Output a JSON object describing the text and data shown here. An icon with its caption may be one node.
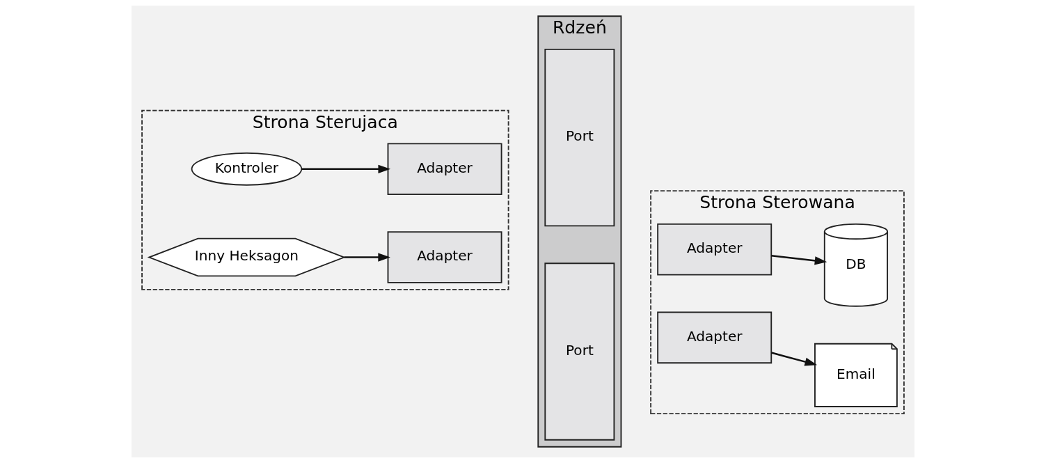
{
  "diagram": {
    "nodes": [
      {
        "text": [
          "Strona Sterujaca"
        ]
      },
      {
        "text": [
          "Kontroler"
        ],
        "in": 0
      },
      {
        "text": [
          "Inny Heksagon"
        ],
        "in": 0
      },
      {
        "text": [
          "Adapter"
        ],
        "in": 0
      },
      {
        "text": [
          "Adapter"
        ],
        "in": 0
      },
      {
        "text": [
          "Rdzeń"
        ]
      },
      {
        "text": [
          "Port"
        ],
        "in": 5
      },
      {
        "text": [
          "Port"
        ],
        "in": 5
      },
      {
        "text": [
          "Strona Sterowana"
        ]
      },
      {
        "text": [
          "Adapter"
        ],
        "in": 8
      },
      {
        "text": [
          "Adapter"
        ],
        "in": 8
      },
      {
        "text": [
          "DB"
        ],
        "in": 8
      },
      {
        "text": [
          "Email"
        ],
        "in": 8
      }
    ],
    "edges": [
      {
        "from": 1,
        "to": 3,
        "arrow": "to"
      },
      {
        "from": 2,
        "to": 4,
        "arrow": "to"
      },
      {
        "from": 9,
        "to": 11,
        "arrow": "to"
      },
      {
        "from": 10,
        "to": 12,
        "arrow": "to"
      }
    ]
  }
}
